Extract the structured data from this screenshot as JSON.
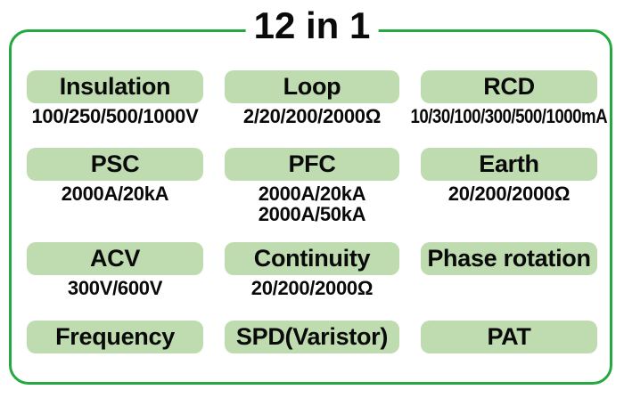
{
  "title": "12 in 1",
  "colors": {
    "frame_border": "#23a93f",
    "pill_background": "#bedcb0",
    "text": "#0a0a0a",
    "page_background": "#ffffff"
  },
  "rows": [
    {
      "cells": [
        {
          "label": "Insulation",
          "values": [
            "100/250/500/1000V"
          ]
        },
        {
          "label": "Loop",
          "values": [
            "2/20/200/2000Ω"
          ]
        },
        {
          "label": "RCD",
          "values": [
            "10/30/100/300/500/1000mA"
          ]
        }
      ]
    },
    {
      "cells": [
        {
          "label": "PSC",
          "values": [
            "2000A/20kA"
          ]
        },
        {
          "label": "PFC",
          "values": [
            "2000A/20kA",
            "2000A/50kA"
          ]
        },
        {
          "label": "Earth",
          "values": [
            "20/200/2000Ω"
          ]
        }
      ]
    },
    {
      "cells": [
        {
          "label": "ACV",
          "values": [
            "300V/600V"
          ]
        },
        {
          "label": "Continuity",
          "values": [
            "20/200/2000Ω"
          ]
        },
        {
          "label": "Phase rotation",
          "values": []
        }
      ]
    },
    {
      "cells": [
        {
          "label": "Frequency",
          "values": []
        },
        {
          "label": "SPD(Varistor)",
          "values": []
        },
        {
          "label": "PAT",
          "values": []
        }
      ]
    }
  ]
}
